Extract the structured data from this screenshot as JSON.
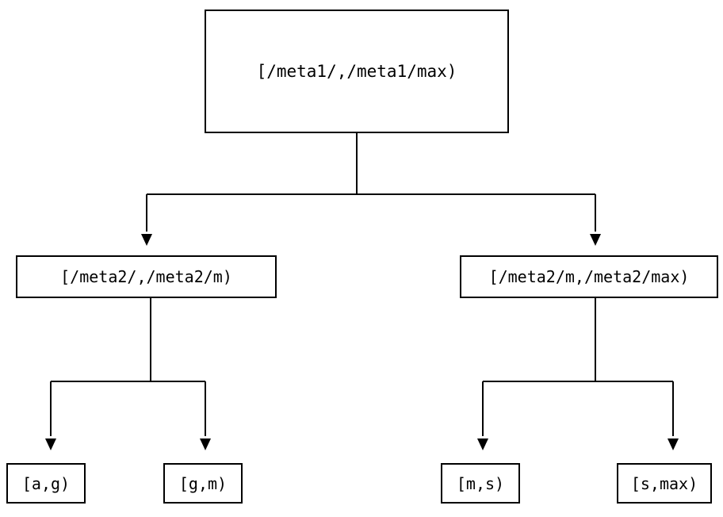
{
  "diagram": {
    "type": "tree",
    "title": "",
    "background_color": "#ffffff",
    "line_color": "#000000",
    "text_color": "#000000",
    "nodes": {
      "root": {
        "label": "[/meta1/,/meta1/max)"
      },
      "level2": [
        {
          "label": "[/meta2/,/meta2/m)"
        },
        {
          "label": "[/meta2/m,/meta2/max)"
        }
      ],
      "leaves": [
        {
          "label": "[a,g)"
        },
        {
          "label": "[g,m)"
        },
        {
          "label": "[m,s)"
        },
        {
          "label": "[s,max)"
        }
      ]
    },
    "edges": [
      {
        "from": "root",
        "to": "level2-left",
        "arrow": "down-triangle"
      },
      {
        "from": "root",
        "to": "level2-right",
        "arrow": "down-triangle"
      },
      {
        "from": "level2-left",
        "to": "leaf-a-g",
        "arrow": "down-triangle"
      },
      {
        "from": "level2-left",
        "to": "leaf-g-m",
        "arrow": "down-triangle"
      },
      {
        "from": "level2-right",
        "to": "leaf-m-s",
        "arrow": "down-triangle"
      },
      {
        "from": "level2-right",
        "to": "leaf-s-max",
        "arrow": "down-triangle"
      }
    ]
  }
}
